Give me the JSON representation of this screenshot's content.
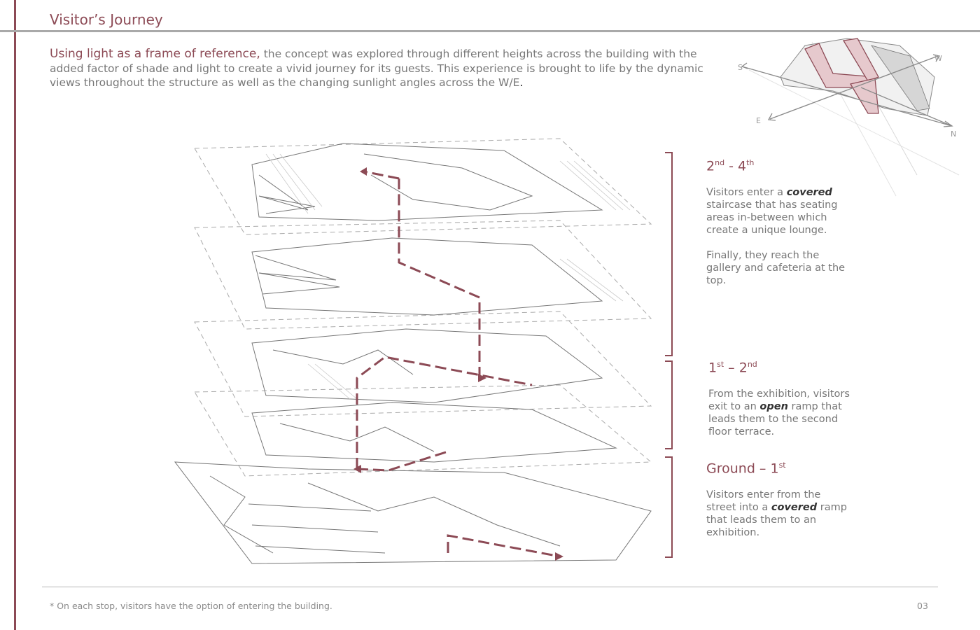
{
  "page": {
    "title": "Visitor’s Journey",
    "page_number": "03"
  },
  "intro": {
    "lead": "Using light as a frame of reference,",
    "body": " the concept was explored through different heights across the building with the added factor of shade and light to create a vivid journey for its guests. This experience is brought to life by the dynamic views throughout the structure as well as the changing sunlight angles across the W/E",
    "end": "."
  },
  "compass": {
    "s": "S",
    "w": "W",
    "e": "E",
    "n": "N"
  },
  "sections": [
    {
      "head_a": "2",
      "head_a_sup": "nd",
      "head_sep": " - ",
      "head_b": "4",
      "head_b_sup": "th",
      "p1_pre": "Visitors enter a ",
      "p1_em": "covered",
      "p1_post": " staircase that has seating areas in-between which create a unique lounge.",
      "p2": "Finally, they reach the gallery and cafeteria at the top."
    },
    {
      "head_a": "1",
      "head_a_sup": "st",
      "head_sep": " – ",
      "head_b": "2",
      "head_b_sup": "nd",
      "p1_pre": "From the exhibition, visitors exit to an ",
      "p1_em": "open",
      "p1_post": " ramp that leads them to the second floor terrace."
    },
    {
      "head_a": "Ground – 1",
      "head_a_sup": "st",
      "p1_pre": "Visitors enter from the street into a ",
      "p1_em": "covered",
      "p1_post": " ramp that leads them to an exhibition."
    }
  ],
  "footnote": "* On each stop, visitors have the option of entering the building.",
  "colors": {
    "accent": "#8c4a55",
    "rule": "#a9a9a9",
    "text": "#777777"
  }
}
